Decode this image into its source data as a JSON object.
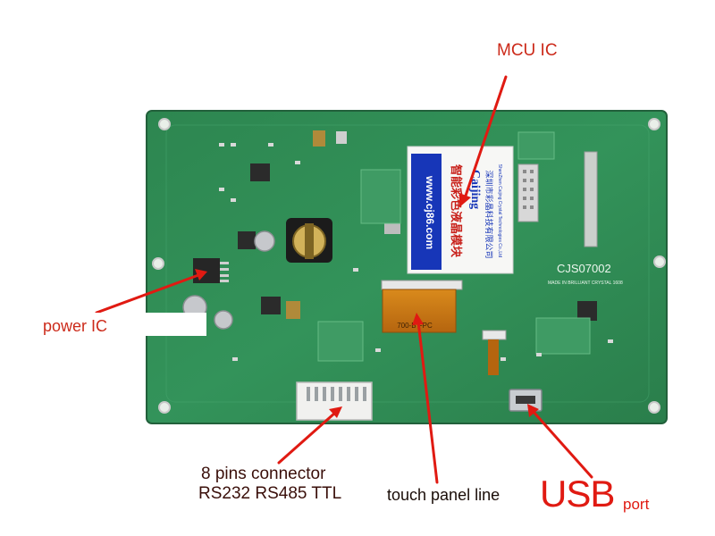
{
  "board": {
    "model_label": "CJS07002",
    "silk_small": "MADE IN BRILLIANT CRYSTAL 1608",
    "chip_brand": "Caijing",
    "chip_cn_line1": "深圳市彩晶科技有限公司",
    "chip_cn_line2": "智能彩色液晶模块",
    "chip_en": "ShenZhen Caijing Crystal Technologies Co.,Ltd",
    "chip_url": "www.cj86.com",
    "fpc_label": "700-B FPC",
    "colors": {
      "pcb": "#2f8a52",
      "annotation_red": "#e01a12",
      "sticker_blue": "#1736b8"
    }
  },
  "annotations": {
    "mcu": "MCU IC",
    "power": "power IC",
    "connector_line1": "8 pins connector",
    "connector_line2": "RS232 RS485 TTL",
    "touch": "touch panel line",
    "usb": "USB",
    "usb_port": "port"
  }
}
